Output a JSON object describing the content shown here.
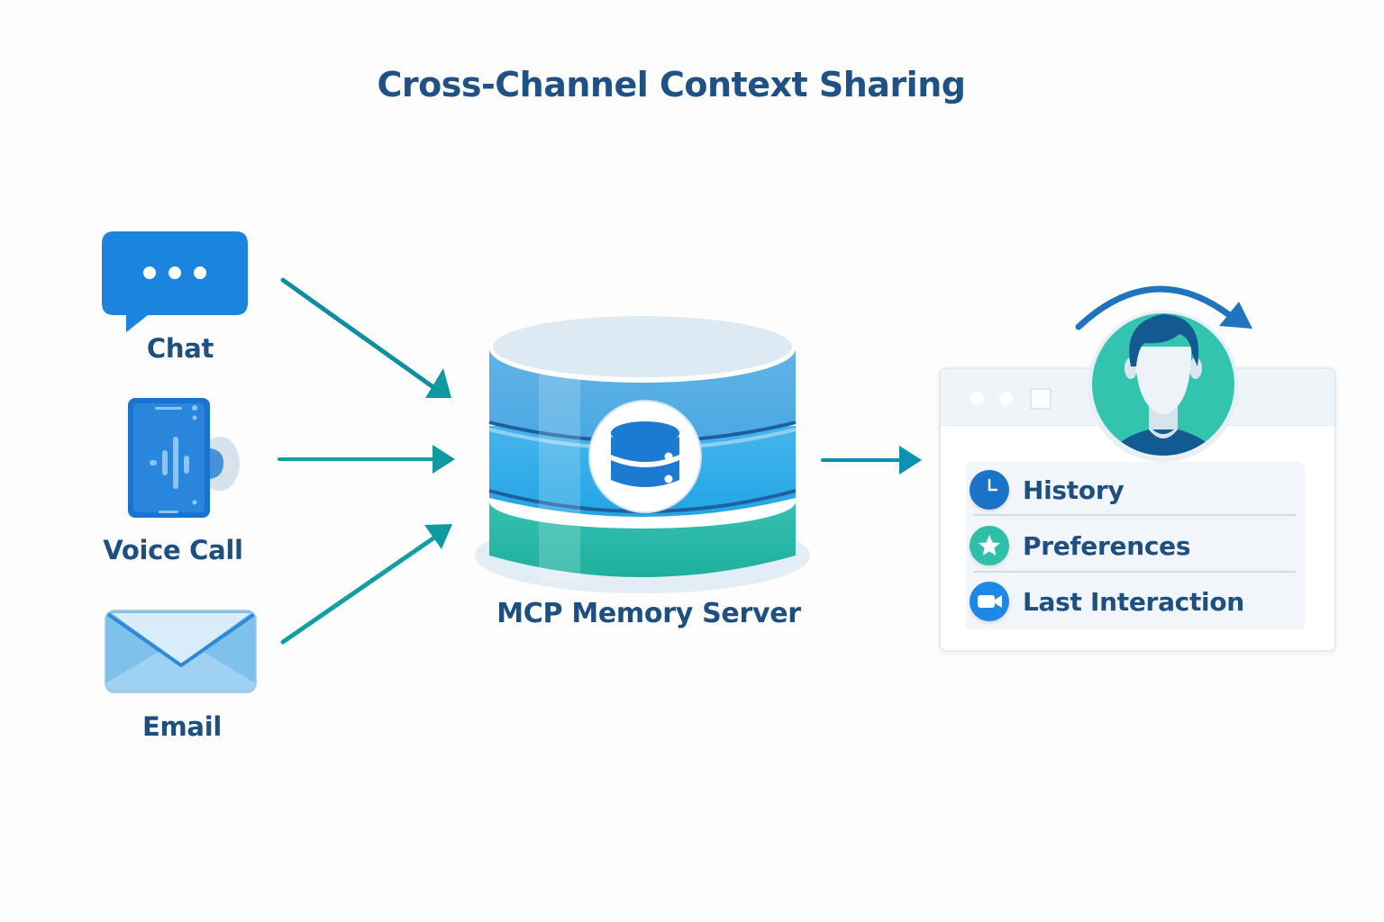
{
  "title": "Cross-Channel Context Sharing",
  "channels": [
    {
      "label": "Chat",
      "icon": "chat-bubble-icon"
    },
    {
      "label": "Voice Call",
      "icon": "phone-voice-icon"
    },
    {
      "label": "Email",
      "icon": "envelope-icon"
    }
  ],
  "server": {
    "label": "MCP Memory Server",
    "icon": "database-icon"
  },
  "profile": {
    "avatar_icon": "user-avatar-icon",
    "sync_icon": "curved-arrow-icon",
    "items": [
      {
        "label": "History",
        "icon": "clock-icon",
        "color": "#1a72c9"
      },
      {
        "label": "Preferences",
        "icon": "star-icon",
        "color": "#2fbfa8"
      },
      {
        "label": "Last Interaction",
        "icon": "video-camera-icon",
        "color": "#1e88e5"
      }
    ]
  },
  "colors": {
    "title": "#1f5185",
    "arrow": "#0f9aa0",
    "chat": "#1b84de",
    "server_top": "#e1ecf5",
    "server_blue": "#4aaee3",
    "server_teal": "#2bbfa8",
    "avatar_bg": "#33c4b0"
  }
}
